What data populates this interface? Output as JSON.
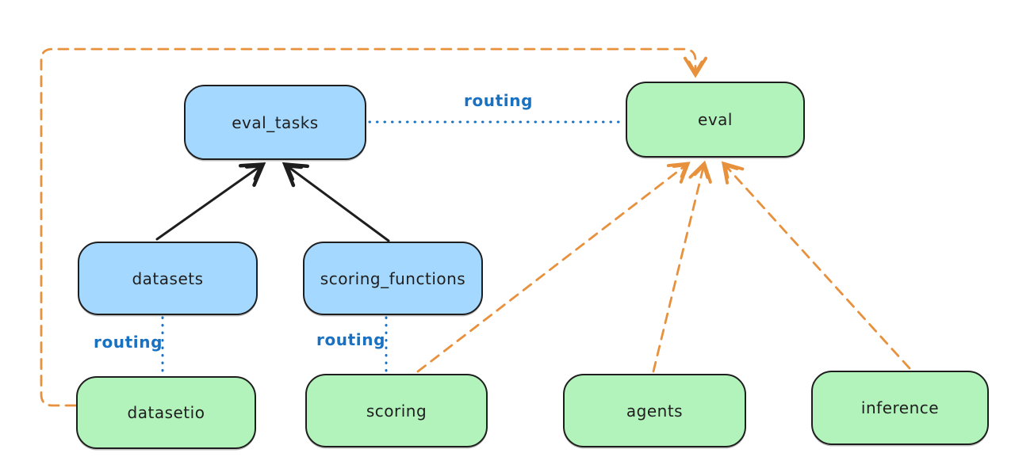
{
  "diagram": {
    "kind": "architecture-diagram",
    "background": "#ffffff",
    "colors": {
      "node_blue_fill": "#a5d8ff",
      "node_green_fill": "#b2f2bb",
      "node_stroke": "#1e1e1e",
      "routing_blue": "#1971c2",
      "orange_edge": "#e8913d",
      "black_edge": "#1e1e1e"
    },
    "nodes": {
      "eval_tasks": {
        "label": "eval_tasks",
        "fill": "blue"
      },
      "eval": {
        "label": "eval",
        "fill": "green"
      },
      "datasets": {
        "label": "datasets",
        "fill": "blue"
      },
      "scoring_functions": {
        "label": "scoring_functions",
        "fill": "blue"
      },
      "datasetio": {
        "label": "datasetio",
        "fill": "green"
      },
      "scoring": {
        "label": "scoring",
        "fill": "green"
      },
      "agents": {
        "label": "agents",
        "fill": "green"
      },
      "inference": {
        "label": "inference",
        "fill": "green"
      }
    },
    "edge_labels": {
      "routing_top": "routing",
      "routing_datasets": "routing",
      "routing_scoring": "routing"
    },
    "edges": [
      {
        "from": "datasets",
        "to": "eval_tasks",
        "style": "solid",
        "color": "black",
        "arrow": true,
        "label": ""
      },
      {
        "from": "scoring_functions",
        "to": "eval_tasks",
        "style": "solid",
        "color": "black",
        "arrow": true,
        "label": ""
      },
      {
        "from": "eval_tasks",
        "to": "eval",
        "style": "dotted",
        "color": "blue",
        "arrow": false,
        "label": "routing"
      },
      {
        "from": "datasets",
        "to": "datasetio",
        "style": "dotted",
        "color": "blue",
        "arrow": false,
        "label": "routing"
      },
      {
        "from": "scoring_functions",
        "to": "scoring",
        "style": "dotted",
        "color": "blue",
        "arrow": false,
        "label": "routing"
      },
      {
        "from": "scoring",
        "to": "eval",
        "style": "dashed",
        "color": "orange",
        "arrow": true,
        "label": ""
      },
      {
        "from": "agents",
        "to": "eval",
        "style": "dashed",
        "color": "orange",
        "arrow": true,
        "label": ""
      },
      {
        "from": "inference",
        "to": "eval",
        "style": "dashed",
        "color": "orange",
        "arrow": true,
        "label": ""
      },
      {
        "from": "datasetio",
        "to": "eval",
        "style": "dashed",
        "color": "orange",
        "arrow": true,
        "label": "",
        "route": "around-left-and-top"
      }
    ]
  }
}
